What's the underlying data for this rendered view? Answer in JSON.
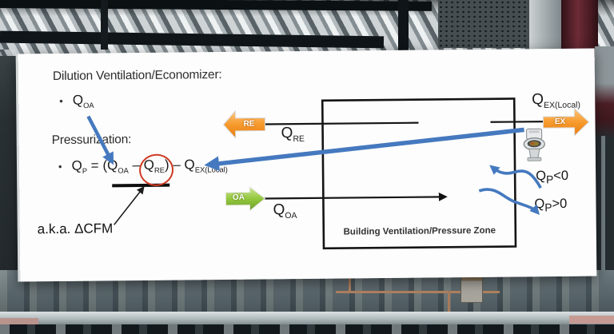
{
  "slide": {
    "title": "Dilution Ventilation/Economizer:",
    "bullet": "•",
    "pressurization_heading": "Pressurization:",
    "aka_label": "a.k.a. ΔCFM"
  },
  "richtext": {
    "q_oa_item": [
      {
        "t": "Q"
      },
      {
        "t": "OA",
        "sub": true
      }
    ],
    "equation": [
      {
        "t": "Q"
      },
      {
        "t": "P",
        "sub": true
      },
      {
        "t": " = ("
      },
      {
        "t": "Q"
      },
      {
        "t": "OA",
        "sub": true
      },
      {
        "t": " – "
      },
      {
        "t": "Q"
      },
      {
        "t": "RE",
        "sub": true
      },
      {
        "t": ") – "
      },
      {
        "t": "Q"
      },
      {
        "t": "EX(Local)",
        "sub": true
      }
    ],
    "q_re_label": [
      {
        "t": "Q"
      },
      {
        "t": "RE",
        "sub": true
      }
    ],
    "q_oa_label": [
      {
        "t": "Q"
      },
      {
        "t": "OA",
        "sub": true
      }
    ],
    "q_ex_label": [
      {
        "t": "Q"
      },
      {
        "t": "EX(Local)",
        "sub": true
      }
    ],
    "qp_negative": [
      {
        "t": "Q"
      },
      {
        "t": "P",
        "sub": true
      },
      {
        "t": "<0"
      }
    ],
    "qp_positive": [
      {
        "t": "Q"
      },
      {
        "t": "P",
        "sub": true
      },
      {
        "t": ">0"
      }
    ]
  },
  "diagram": {
    "zone_label": "Building Ventilation/Pressure Zone",
    "re_arrow_label": "RE",
    "oa_arrow_label": "OA",
    "ex_arrow_label": "EX"
  },
  "colors": {
    "accent_blue": "#4579bf",
    "arrow_orange": "#f79b2e",
    "arrow_green": "#94c83d",
    "annotation_red": "#cf3a22"
  }
}
